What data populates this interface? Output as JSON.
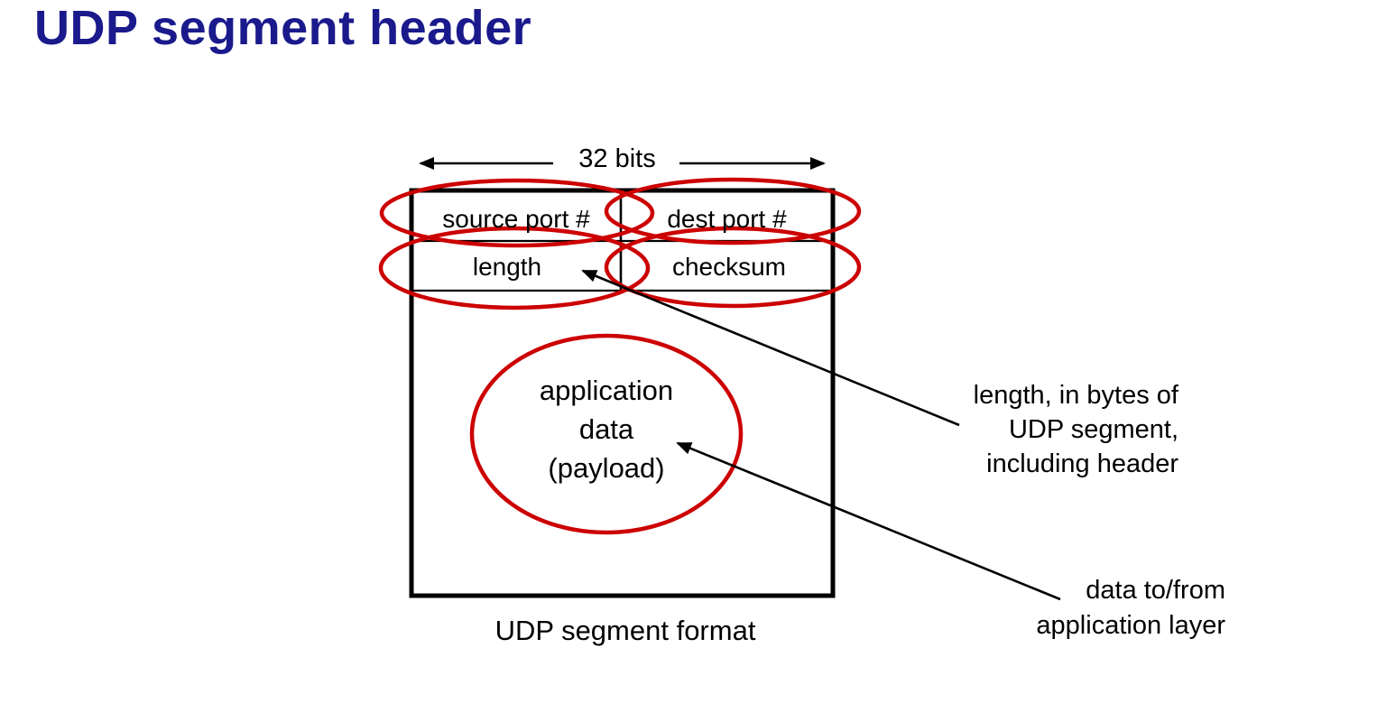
{
  "title": "UDP segment header",
  "colors": {
    "title_text": "#1a1a8c",
    "highlight_red": "#cc0000",
    "diagram_line": "#000000",
    "background": "#ffffff"
  },
  "diagram": {
    "bits_label": "32 bits",
    "fields": {
      "source_port": "source port #",
      "dest_port": "dest port #",
      "length": "length",
      "checksum": "checksum"
    },
    "payload": {
      "lines": [
        "application",
        "data",
        "(payload)"
      ]
    },
    "caption": "UDP segment format"
  },
  "annotations": {
    "length_note": {
      "lines": [
        "length, in bytes of",
        "UDP segment,",
        "including header"
      ]
    },
    "data_note": {
      "lines": [
        "data to/from",
        "application layer"
      ]
    }
  }
}
